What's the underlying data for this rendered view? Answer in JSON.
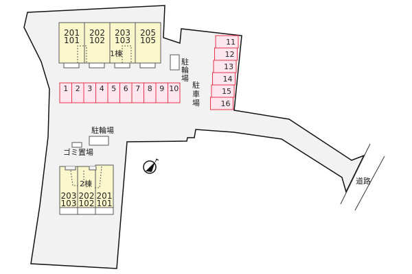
{
  "colors": {
    "land": "#f2f2f2",
    "building": "#fbf7cc",
    "parking_fill": "#fde6ee",
    "parking_stroke": "#e8304a"
  },
  "building1": {
    "label": "1棟",
    "units": [
      [
        "201",
        "101"
      ],
      [
        "202",
        "102"
      ],
      [
        "203",
        "103"
      ],
      [
        "205",
        "105"
      ]
    ]
  },
  "building2": {
    "label": "2棟",
    "units": [
      [
        "203",
        "103"
      ],
      [
        "202",
        "102"
      ],
      [
        "201",
        "101"
      ]
    ]
  },
  "parking_row": [
    "1",
    "2",
    "3",
    "4",
    "5",
    "6",
    "7",
    "8",
    "9",
    "10"
  ],
  "parking_col": [
    "11",
    "12",
    "13",
    "14",
    "15",
    "16"
  ],
  "labels": {
    "bike_parking_top": [
      "駐",
      "輪",
      "場"
    ],
    "car_parking": [
      "駐",
      "車",
      "場"
    ],
    "bike_parking": "駐輪場",
    "garbage": "ゴミ置場",
    "road": "道路"
  },
  "compass": "north-arrow-icon"
}
